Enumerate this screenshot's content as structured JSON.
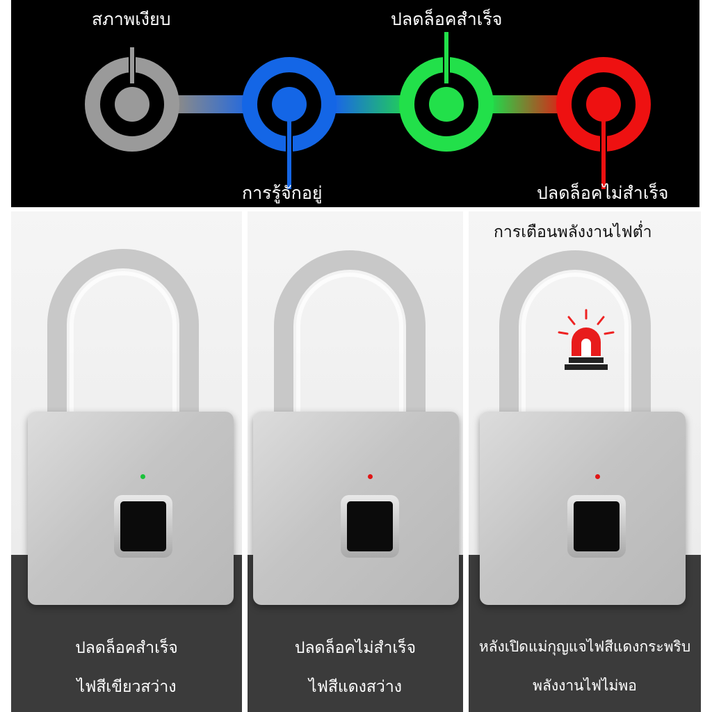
{
  "status_bar": {
    "states": [
      {
        "label": "สภาพเงียบ",
        "color": "#9a9a9a"
      },
      {
        "label": "การรู้จักอยู่",
        "color": "#1466e6"
      },
      {
        "label": "ปลดล็อคสำเร็จ",
        "color": "#22e04a"
      },
      {
        "label": "ปลดล็อคไม่สำเร็จ",
        "color": "#ee1111"
      }
    ]
  },
  "panels": [
    {
      "line1": "ปลดล็อคสำเร็จ",
      "line2": "ไฟสีเขียวสว่าง",
      "led_color": "#19c23a"
    },
    {
      "line1": "ปลดล็อคไม่สำเร็จ",
      "line2": "ไฟสีแดงสว่าง",
      "led_color": "#e01515"
    },
    {
      "warning": "การเตือนพลังงานไฟต่ำ",
      "line1": "หลังเปิดแม่กุญแจไฟสีแดงกระพริบ",
      "line2": "พลังงานไฟไม่พอ",
      "led_color": "#e01515",
      "alarm_icon": "siren-icon"
    }
  ]
}
